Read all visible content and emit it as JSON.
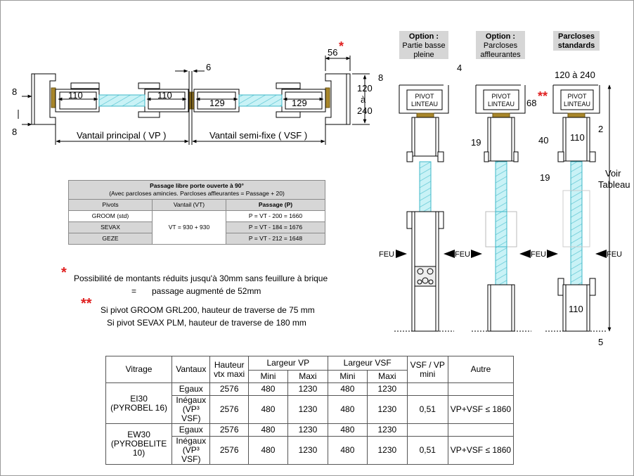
{
  "plan": {
    "dims": {
      "left_8": "8",
      "left_8b": "8",
      "w110_a": "110",
      "w110_b": "110",
      "gap6": "6",
      "w129_a": "129",
      "w129_b": "129",
      "w56": "56",
      "h120": "120",
      "h_a": "à",
      "h240": "240"
    },
    "labels": {
      "vp": "Vantail principal ( VP )",
      "vsf": "Vantail semi-fixe ( VSF )"
    }
  },
  "sections": {
    "headers": [
      {
        "title": "Option :",
        "line2": "Partie basse",
        "line3": "pleine"
      },
      {
        "title": "Option :",
        "line2": "Parcloses",
        "line3": "affleurantes"
      },
      {
        "title": "Parcloses",
        "line2": "standards",
        "line3": ""
      }
    ],
    "pivot": [
      "PIVOT",
      "LINTEAU"
    ],
    "dims": {
      "d8": "8",
      "d4": "4",
      "d68": "68",
      "d120_240": "120 à 240",
      "d2": "2",
      "d19a": "19",
      "d40": "40",
      "d19b": "19",
      "d110_top": "110",
      "d110_bottom": "110",
      "d5": "5"
    },
    "voir": [
      "Voir",
      "Tableau"
    ],
    "feu": "FEU"
  },
  "passage_table": {
    "title": "Passage libre porte ouverte à 90°",
    "subtitle": "(Avec parcloses amincies. Parcloses affleurantes = Passage + 20)",
    "headers": [
      "Pivots",
      "Vantail (VT)",
      "Passage (P)"
    ],
    "vt_value": "VT = 930 + 930",
    "rows": [
      {
        "pivot": "GROOM (std)",
        "passage": "P = VT - 200 = 1660"
      },
      {
        "pivot": "SEVAX",
        "passage": "P = VT - 184 = 1676"
      },
      {
        "pivot": "GEZE",
        "passage": "P = VT - 212 = 1648"
      }
    ]
  },
  "notes": {
    "star1": "*",
    "line1": "Possibilité de montants réduits jusqu'à 30mm sans feuillure à brique",
    "line2_eq": "=",
    "line2": "passage augmenté de 52mm",
    "star2": "**",
    "line3": "Si pivot GROOM GRL200, hauteur de traverse de 75 mm",
    "line4": "Si pivot SEVAX PLM, hauteur de traverse de 180 mm"
  },
  "glazing_table": {
    "headers": {
      "vitrage": "Vitrage",
      "vantaux": "Vantaux",
      "hauteur": "Hauteur",
      "hauteur2": "vtx maxi",
      "largeur_vp": "Largeur VP",
      "largeur_vsf": "Largeur VSF",
      "mini": "Mini",
      "maxi": "Maxi",
      "ratio": "VSF / VP",
      "ratio2": "mini",
      "autre": "Autre"
    },
    "groups": [
      {
        "name": "EI30",
        "name2": "(PYROBEL 16)",
        "rows": [
          {
            "vantaux": "Egaux",
            "vantaux2": "",
            "hauteur": "2576",
            "vp_mini": "480",
            "vp_maxi": "1230",
            "vsf_mini": "480",
            "vsf_maxi": "1230",
            "ratio": "",
            "autre": ""
          },
          {
            "vantaux": "Inégaux",
            "vantaux2": "(VP³ VSF)",
            "hauteur": "2576",
            "vp_mini": "480",
            "vp_maxi": "1230",
            "vsf_mini": "480",
            "vsf_maxi": "1230",
            "ratio": "0,51",
            "autre": "VP+VSF ≤ 1860"
          }
        ]
      },
      {
        "name": "EW30",
        "name2": "(PYROBELITE 10)",
        "rows": [
          {
            "vantaux": "Egaux",
            "vantaux2": "",
            "hauteur": "2576",
            "vp_mini": "480",
            "vp_maxi": "1230",
            "vsf_mini": "480",
            "vsf_maxi": "1230",
            "ratio": "",
            "autre": ""
          },
          {
            "vantaux": "Inégaux",
            "vantaux2": "(VP³ VSF)",
            "hauteur": "2576",
            "vp_mini": "480",
            "vp_maxi": "1230",
            "vsf_mini": "480",
            "vsf_maxi": "1230",
            "ratio": "0,51",
            "autre": "VP+VSF ≤ 1860"
          }
        ]
      }
    ]
  },
  "colors": {
    "glass": "#bfeef3",
    "glass_stroke": "#3fb8c8",
    "gasket": "#a8862a",
    "star": "#e02020",
    "header_bg": "#d6d6d6"
  }
}
